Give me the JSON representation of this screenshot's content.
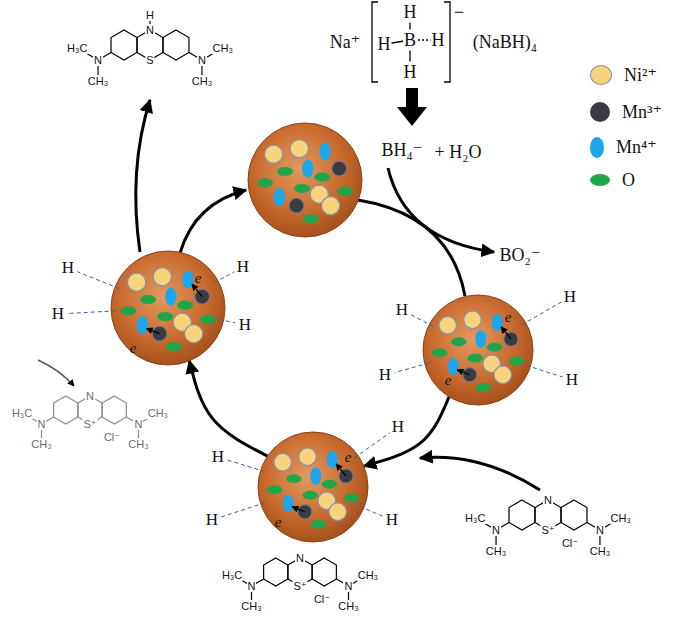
{
  "diagram": {
    "nodes": [
      {
        "text": [
          "H",
          "e",
          "H",
          "H",
          "e",
          "H"
        ]
      },
      {
        "text": [
          "H",
          "e",
          "H",
          "H",
          "e",
          "H"
        ]
      },
      {
        "text": [
          "H",
          "e",
          "H",
          "H",
          "e",
          "H"
        ]
      }
    ],
    "edges": [
      {
        "from": 0,
        "to": 1,
        "arrow": "to"
      },
      {
        "from": 1,
        "to": 2,
        "arrow": "to"
      }
    ],
    "labels": [
      "Na⁺",
      "H",
      "H",
      "H",
      "H",
      "B",
      "−",
      "(NaBH)₄",
      "H",
      "N",
      "S",
      "H₃C",
      "N",
      "CH₃",
      "N",
      "CH₃",
      "CH₃",
      "BH₄⁻",
      "+ H₂O",
      "BO₂⁻",
      "H₃C",
      "N",
      "CH₃",
      "N",
      "S⁺",
      "Cl⁻",
      "N",
      "CH₃",
      "CH₃",
      "H₃C",
      "N",
      "CH₃",
      "N",
      "S⁺",
      "Cl⁻",
      "N",
      "CH₃",
      "CH₃",
      "H₃C",
      "N",
      "CH₃",
      "N",
      "S⁺",
      "Cl⁻",
      "N",
      "CH₃",
      "CH₃"
    ],
    "legend": [
      {
        "text": "Ni²⁺",
        "color": "#f7d37c"
      },
      {
        "text": "Mn³⁺",
        "color": "#3b3b42"
      },
      {
        "text": "Mn⁴⁺",
        "color": "#1ca7ec"
      },
      {
        "text": "O",
        "color": "#1fa64a"
      }
    ]
  }
}
